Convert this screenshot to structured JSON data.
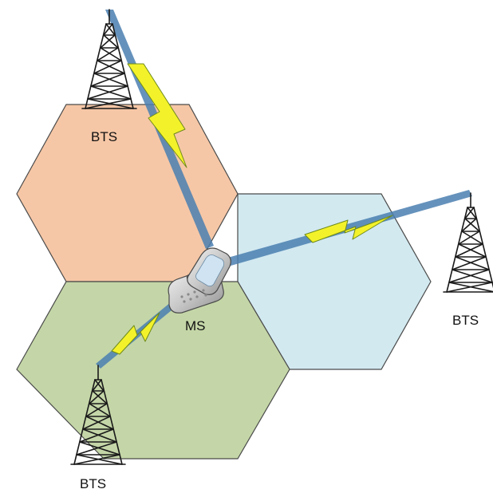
{
  "cells": [
    {
      "id": "top-cell",
      "color": "#f6c7a6"
    },
    {
      "id": "right-cell",
      "color": "#d2e9f0"
    },
    {
      "id": "bottom-cell",
      "color": "#c4d6a7"
    }
  ],
  "towers": [
    {
      "id": "top",
      "label": "BTS"
    },
    {
      "id": "right",
      "label": "BTS"
    },
    {
      "id": "bottom",
      "label": "BTS"
    }
  ],
  "mobile": {
    "label": "MS"
  },
  "colors": {
    "link": "#4a7fb0",
    "bolt_fill": "#f3f22a",
    "bolt_stroke": "#6f8a1c",
    "tower": "#1a1a1a",
    "phone_body": "#d0d0d0",
    "phone_screen": "#cfe3f2"
  }
}
